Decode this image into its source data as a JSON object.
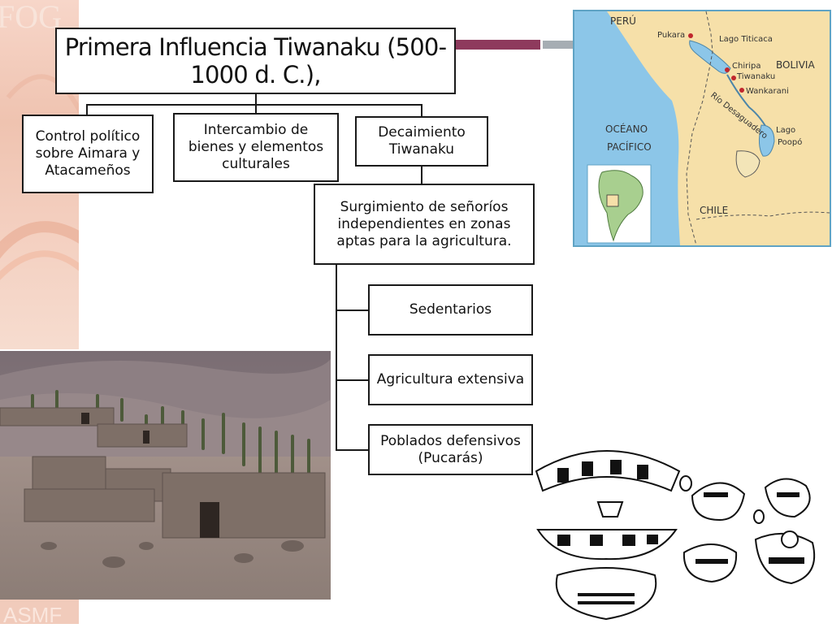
{
  "slide": {
    "title": "Primera Influencia Tiwanaku (500-1000 d. C.),",
    "title_line1": "Primera Influencia Tiwanaku (500-",
    "title_line2": "1000 d. C.),",
    "accent_color": "#8e3a5d",
    "accent_gray": "#a6adb3"
  },
  "diagram": {
    "level1": [
      {
        "label_lines": [
          "Control político",
          "sobre Aimara y",
          "Atacameños"
        ]
      },
      {
        "label_lines": [
          "Intercambio de",
          "bienes y elementos",
          "culturales"
        ]
      },
      {
        "label_lines": [
          "Decaimiento",
          "Tiwanaku"
        ]
      }
    ],
    "level2": {
      "label_lines": [
        "Surgimiento de señoríos",
        "independientes en zonas",
        "aptas para la agricultura."
      ]
    },
    "level3": [
      {
        "label_lines": [
          "Sedentarios"
        ]
      },
      {
        "label_lines": [
          "Agricultura extensiva"
        ]
      },
      {
        "label_lines": [
          "Poblados defensivos",
          "(Pucarás)"
        ]
      }
    ]
  },
  "map": {
    "labels": {
      "peru": "PERÚ",
      "bolivia": "BOLIVIA",
      "chile": "CHILE",
      "oceano": "OCÉANO",
      "pacifico": "PACÍFICO",
      "lago_titicaca": "Lago Titicaca",
      "lago": "Lago",
      "poopo": "Poopó",
      "rio_desaguadero": "Río Desaguadero"
    },
    "sites": [
      "Pukara",
      "Chiripa",
      "Tiwanaku",
      "Wankarani"
    ],
    "colors": {
      "ocean": "#8cc6e8",
      "land": "#f6e0a9",
      "site": "#c0262d",
      "border": "#5fa3c4"
    }
  },
  "background_text": {
    "top": "FOG",
    "bottom": "ASMF"
  }
}
